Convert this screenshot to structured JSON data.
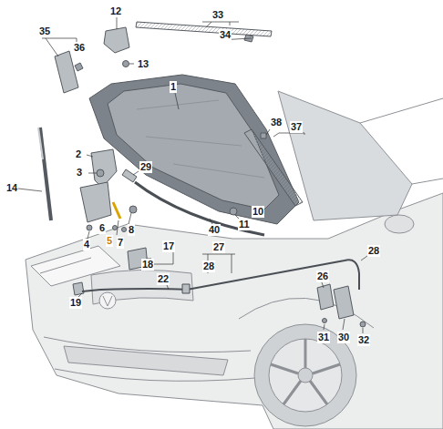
{
  "diagram": {
    "labels": [
      "12",
      "33",
      "35",
      "36",
      "34",
      "13",
      "1",
      "38",
      "37",
      "2",
      "29",
      "3",
      "14",
      "11",
      "10",
      "6",
      "8",
      "40",
      "4",
      "5",
      "7",
      "17",
      "18",
      "27",
      "28",
      "22",
      "28",
      "26",
      "19",
      "31",
      "30",
      "32"
    ]
  }
}
